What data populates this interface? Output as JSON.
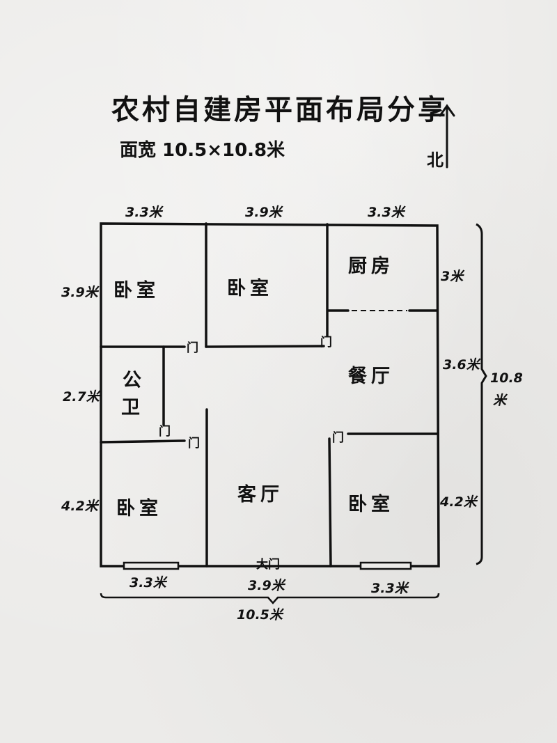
{
  "header": {
    "title": "农村自建房平面布局分享",
    "subtitle": "面宽 10.5×10.8米",
    "north_label": "北",
    "north_arrow_icon": "arrow-up"
  },
  "rooms": {
    "bedroom_nw": "卧室",
    "bedroom_n": "卧室",
    "kitchen": "厨房",
    "bathroom_line1": "公",
    "bathroom_line2": "卫",
    "dining": "餐厅",
    "living": "客厅",
    "bedroom_sw": "卧室",
    "bedroom_se": "卧室"
  },
  "doors": {
    "door_label": "门",
    "main_door_label": "大门"
  },
  "dimensions": {
    "top": [
      "3.3米",
      "3.9米",
      "3.3米"
    ],
    "left": [
      "3.9米",
      "2.7米",
      "4.2米"
    ],
    "right": [
      "3米",
      "3.6米",
      "4.2米"
    ],
    "right_total": "10.8米",
    "right_total_line1": "10.8",
    "right_total_line2": "米",
    "bottom": [
      "3.3米",
      "3.9米",
      "3.3米"
    ],
    "bottom_total": "10.5米"
  },
  "colors": {
    "paper": "#ecebe9",
    "ink": "#111111"
  }
}
